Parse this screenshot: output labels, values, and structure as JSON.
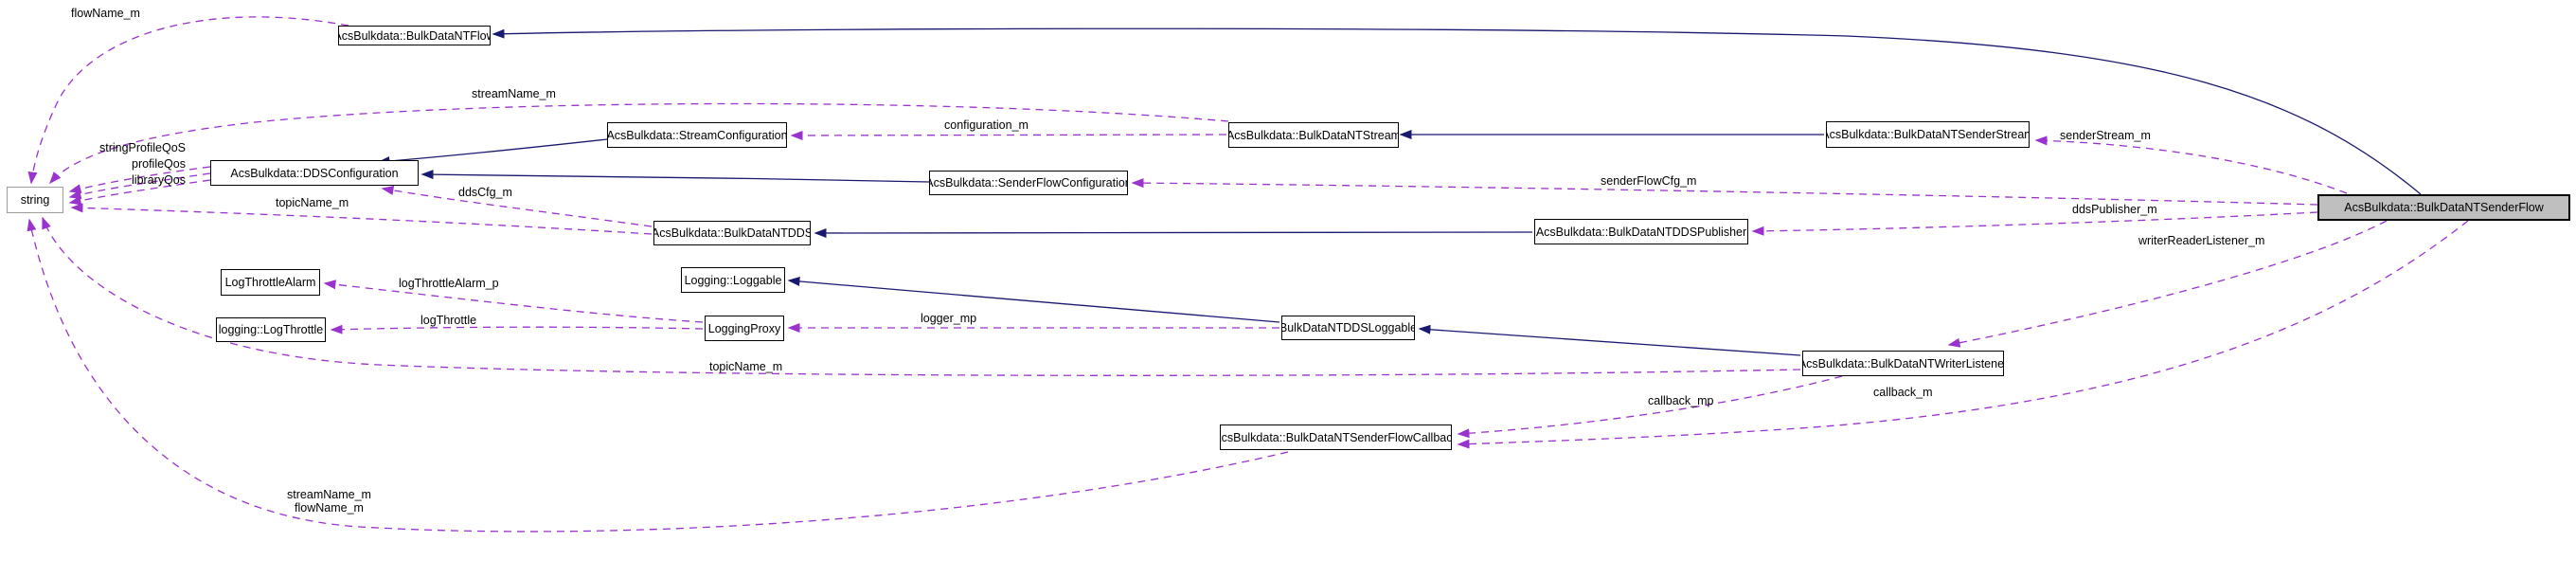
{
  "diagram_type": "doxygen-collaboration-graph",
  "colors": {
    "inheritance_edge": "#191970",
    "usage_edge": "#9a32cd",
    "node_background": "#ffffff",
    "node_border": "#000000",
    "plain_node_border": "#9c9c9c",
    "highlighted_node_background": "#bfbfbf"
  },
  "nodes": {
    "flow": {
      "label": "AcsBulkdata::BulkDataNTFlow"
    },
    "string": {
      "label": "string"
    },
    "ddsconfig": {
      "label": "AcsBulkdata::DDSConfiguration"
    },
    "streamconfig": {
      "label": "AcsBulkdata::StreamConfiguration"
    },
    "ntstream": {
      "label": "AcsBulkdata::BulkDataNTStream"
    },
    "senderstream": {
      "label": "AcsBulkdata::BulkDataNTSenderStream"
    },
    "senderflowconfig": {
      "label": "AcsBulkdata::SenderFlowConfiguration"
    },
    "ntdds": {
      "label": "AcsBulkdata::BulkDataNTDDS"
    },
    "ddspublisher": {
      "label": "AcsBulkdata::BulkDataNTDDSPublisher"
    },
    "senderflow": {
      "label": "AcsBulkdata::BulkDataNTSenderFlow"
    },
    "logthrottlealarm": {
      "label": "LogThrottleAlarm"
    },
    "loggable": {
      "label": "Logging::Loggable"
    },
    "logthrottle": {
      "label": "logging::LogThrottle"
    },
    "loggingproxy": {
      "label": "LoggingProxy"
    },
    "ddsloggable": {
      "label": "BulkDataNTDDSLoggable"
    },
    "writerlistener": {
      "label": "AcsBulkdata::BulkDataNTWriterListener"
    },
    "callback": {
      "label": "AcsBulkdata::BulkDataNTSenderFlowCallback"
    }
  },
  "edge_labels": {
    "flow_name_top": {
      "text": "flowName_m"
    },
    "stream_name_top": {
      "text": "streamName_m"
    },
    "qos_line1": {
      "text": "stringProfileQoS"
    },
    "qos_line2": {
      "text": "profileQos"
    },
    "qos_line3": {
      "text": "libraryQos"
    },
    "topic_name_upper": {
      "text": "topicName_m"
    },
    "configuration": {
      "text": "configuration_m"
    },
    "dds_cfg": {
      "text": "ddsCfg_m"
    },
    "sender_flow_cfg": {
      "text": "senderFlowCfg_m"
    },
    "sender_stream": {
      "text": "senderStream_m"
    },
    "dds_publisher": {
      "text": "ddsPublisher_m"
    },
    "writer_reader": {
      "text": "writerReaderListener_m"
    },
    "log_throttle_alarm": {
      "text": "logThrottleAlarm_p"
    },
    "log_throttle": {
      "text": "logThrottle"
    },
    "logger": {
      "text": "logger_mp"
    },
    "topic_name_lower": {
      "text": "topicName_m"
    },
    "callback_mp": {
      "text": "callback_mp"
    },
    "callback_m": {
      "text": "callback_m"
    },
    "stream_name_bottom": {
      "text": "streamName_m"
    },
    "flow_name_bottom": {
      "text": "flowName_m"
    }
  },
  "edges": [
    {
      "from": "senderflow",
      "to": "flow",
      "style": "inheritance"
    },
    {
      "from": "streamconfig",
      "to": "ddsconfig",
      "style": "inheritance"
    },
    {
      "from": "senderflowconfig",
      "to": "ddsconfig",
      "style": "inheritance"
    },
    {
      "from": "senderstream",
      "to": "ntstream",
      "style": "inheritance"
    },
    {
      "from": "ddspublisher",
      "to": "ntdds",
      "style": "inheritance"
    },
    {
      "from": "ddsloggable",
      "to": "loggable",
      "style": "inheritance"
    },
    {
      "from": "writerlistener",
      "to": "ddsloggable",
      "style": "inheritance"
    },
    {
      "from": "flow",
      "to": "string",
      "style": "usage",
      "label": "flowName_m"
    },
    {
      "from": "ntstream",
      "to": "string",
      "style": "usage",
      "label": "streamName_m"
    },
    {
      "from": "ddsconfig",
      "to": "string",
      "style": "usage",
      "label": "stringProfileQoS profileQos libraryQos"
    },
    {
      "from": "ntdds",
      "to": "string",
      "style": "usage",
      "label": "topicName_m"
    },
    {
      "from": "ntdds",
      "to": "ddsconfig",
      "style": "usage",
      "label": "ddsCfg_m"
    },
    {
      "from": "ntstream",
      "to": "streamconfig",
      "style": "usage",
      "label": "configuration_m"
    },
    {
      "from": "senderflow",
      "to": "senderstream",
      "style": "usage",
      "label": "senderStream_m"
    },
    {
      "from": "senderflow",
      "to": "senderflowconfig",
      "style": "usage",
      "label": "senderFlowCfg_m"
    },
    {
      "from": "senderflow",
      "to": "ddspublisher",
      "style": "usage",
      "label": "ddsPublisher_m"
    },
    {
      "from": "senderflow",
      "to": "writerlistener",
      "style": "usage",
      "label": "writerReaderListener_m"
    },
    {
      "from": "loggingproxy",
      "to": "logthrottlealarm",
      "style": "usage",
      "label": "logThrottleAlarm_p"
    },
    {
      "from": "loggingproxy",
      "to": "logthrottle",
      "style": "usage",
      "label": "logThrottle"
    },
    {
      "from": "ddsloggable",
      "to": "loggingproxy",
      "style": "usage",
      "label": "logger_mp"
    },
    {
      "from": "writerlistener",
      "to": "string",
      "style": "usage",
      "label": "topicName_m"
    },
    {
      "from": "writerlistener",
      "to": "callback",
      "style": "usage",
      "label": "callback_mp"
    },
    {
      "from": "senderflow",
      "to": "callback",
      "style": "usage",
      "label": "callback_m"
    },
    {
      "from": "callback",
      "to": "string",
      "style": "usage",
      "label": "streamName_m flowName_m"
    }
  ]
}
